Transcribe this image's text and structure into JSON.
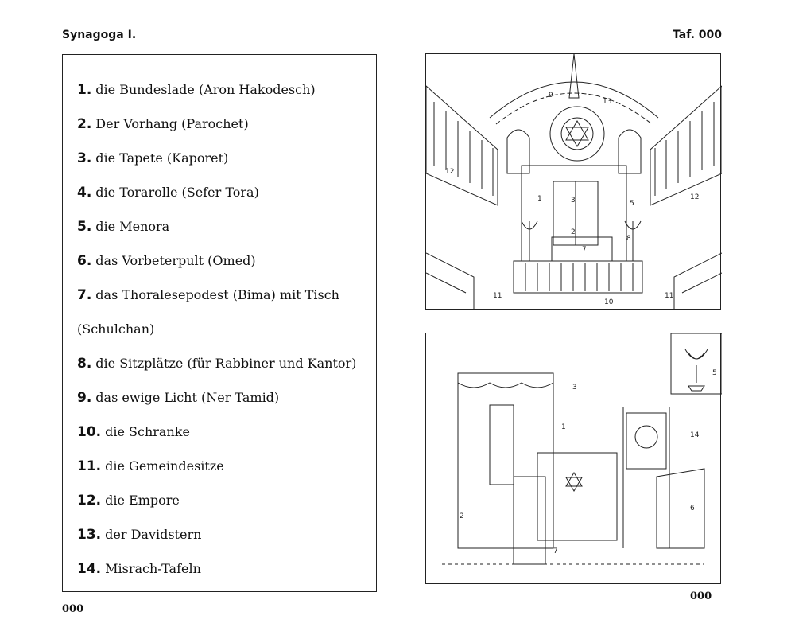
{
  "header": {
    "title": "Synagoga I.",
    "plate": "Taf. 000"
  },
  "items": [
    {
      "num": "1.",
      "text": "die Bundeslade (Aron Hakodesch)"
    },
    {
      "num": "2.",
      "text": "Der Vorhang (Parochet)"
    },
    {
      "num": "3.",
      "text": "die Tapete (Kaporet)"
    },
    {
      "num": "4.",
      "text": "die Torarolle (Sefer Tora)"
    },
    {
      "num": "5.",
      "text": "die Menora"
    },
    {
      "num": "6.",
      "text": "das Vorbeterpult (Omed)"
    },
    {
      "num": "7.",
      "text": "das Thoralesepodest (Bima) mit Tisch"
    },
    {
      "num": "",
      "text": "(Schulchan)"
    },
    {
      "num": "8.",
      "text": "die Sitzplätze (für Rabbiner und Kantor)"
    },
    {
      "num": "9.",
      "text": "das ewige Licht (Ner Tamid)"
    },
    {
      "num": "10.",
      "text": "die Schranke"
    },
    {
      "num": "11.",
      "text": "die Gemeindesitze"
    },
    {
      "num": "12.",
      "text": "die Empore"
    },
    {
      "num": "13.",
      "text": "der Davidstern"
    },
    {
      "num": "14.",
      "text": "Misrach-Tafeln"
    }
  ],
  "page_numbers": {
    "left": "000",
    "right": "000"
  },
  "illustration_top": {
    "labels": [
      "9",
      "13",
      "12",
      "12",
      "1",
      "3",
      "5",
      "2",
      "8",
      "7",
      "11",
      "11",
      "10"
    ]
  },
  "illustration_bottom": {
    "labels": [
      "3",
      "1",
      "14",
      "5",
      "2",
      "7",
      "6"
    ]
  }
}
